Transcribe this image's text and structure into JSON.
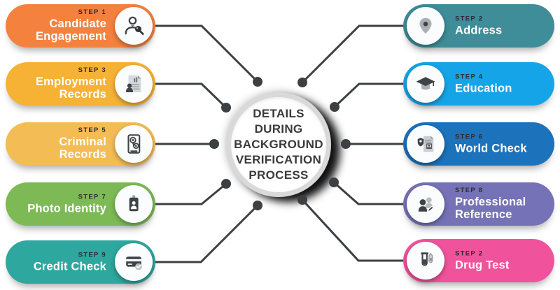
{
  "background_color": "#ffffff",
  "connector_color": "#3C4043",
  "step_label_color": "#2F2D35",
  "pill_title_color": "#FFFFFF",
  "center": {
    "title": "DETAILS\nDURING\nBACKGROUND\nVERIFICATION\nPROCESS",
    "text_color": "#3A3A3A",
    "ring_color": "#D9D9D9"
  },
  "steps": [
    {
      "side": "left",
      "step_label": "STEP 1",
      "title": "Candidate Engagement",
      "color": "#F5813F",
      "icon": "person-search-icon"
    },
    {
      "side": "left",
      "step_label": "STEP 3",
      "title": "Employment Records",
      "color": "#F5B235",
      "icon": "resume-document-icon"
    },
    {
      "side": "left",
      "step_label": "STEP 5",
      "title": "Criminal Records",
      "color": "#F3BC55",
      "icon": "record-card-icon"
    },
    {
      "side": "left",
      "step_label": "STEP 7",
      "title": "Photo Identity",
      "color": "#7DBA56",
      "icon": "id-badge-icon"
    },
    {
      "side": "left",
      "step_label": "STEP 9",
      "title": "Credit Check",
      "color": "#2EA79E",
      "icon": "credit-card-check-icon"
    },
    {
      "side": "right",
      "step_label": "STEP 2",
      "title": "Address",
      "color": "#3E8D99",
      "icon": "location-pin-icon"
    },
    {
      "side": "right",
      "step_label": "STEP 4",
      "title": "Education",
      "color": "#16A4E8",
      "icon": "graduation-cap-icon"
    },
    {
      "side": "right",
      "step_label": "STEP 6",
      "title": "World Check",
      "color": "#1C72BB",
      "icon": "badge-document-icon"
    },
    {
      "side": "right",
      "step_label": "STEP 8",
      "title": "Professional Reference",
      "color": "#7572B7",
      "icon": "people-reference-icon"
    },
    {
      "side": "right",
      "step_label": "STEP 2",
      "title": "Drug Test",
      "color": "#F0539B",
      "icon": "test-tube-icon"
    }
  ]
}
